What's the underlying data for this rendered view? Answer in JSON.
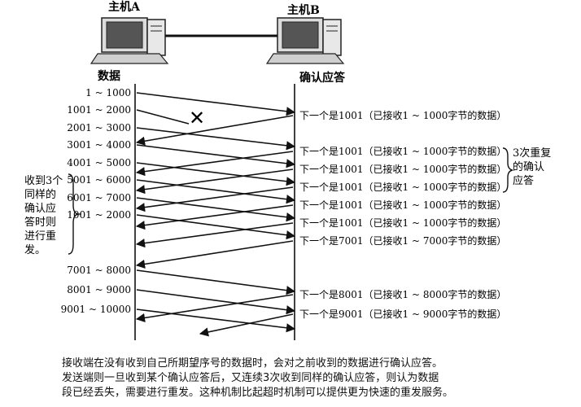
{
  "host_a": "主机A",
  "host_b": "主机B",
  "label_data": "数据",
  "label_ack": "确认应答",
  "segments": [
    "1 ~ 1000",
    "1001 ~ 2000",
    "2001 ~ 3000",
    "3001 ~ 4000",
    "4001 ~ 5000",
    "5001 ~ 6000",
    "6001 ~ 7000",
    "1001 ~ 2000",
    "7001 ~ 8000",
    "8001 ~ 9000",
    "9001 ~ 10000"
  ],
  "acks": [
    "下一个是1001（已接收1 ~ 1000字节的数据）",
    "下一个是1001（已接收1 ~ 1000字节的数据）",
    "下一个是1001（已接收1 ~ 1000字节的数据）",
    "下一个是1001（已接收1 ~ 1000字节的数据）",
    "下一个是1001（已接收1 ~ 1000字节的数据）",
    "下一个是1001（已接收1 ~ 1000字节的数据）",
    "下一个是7001（已接收1 ~ 7000字节的数据）",
    "下一个是8001（已接收1 ~ 8000字节的数据）",
    "下一个是9001（已接收1 ~ 9000字节的数据）"
  ],
  "brace_left_lines": [
    "收到3个",
    "同样的",
    "确认应",
    "答时则",
    "进行重",
    "发。"
  ],
  "brace_right_lines": [
    "3次重复",
    "的确认",
    "应答"
  ],
  "lost_mark": "✕",
  "caption_lines": [
    "接收端在没有收到自己所期望序号的数据时，会对之前收到的数据进行确认应答。",
    "发送端则一旦收到某个确认应答后，又连续3次收到同样的确认应答，则认为数据",
    "段已经丢失，需要进行重发。这种机制比起超时机制可以提供更为快速的重发服务。"
  ]
}
